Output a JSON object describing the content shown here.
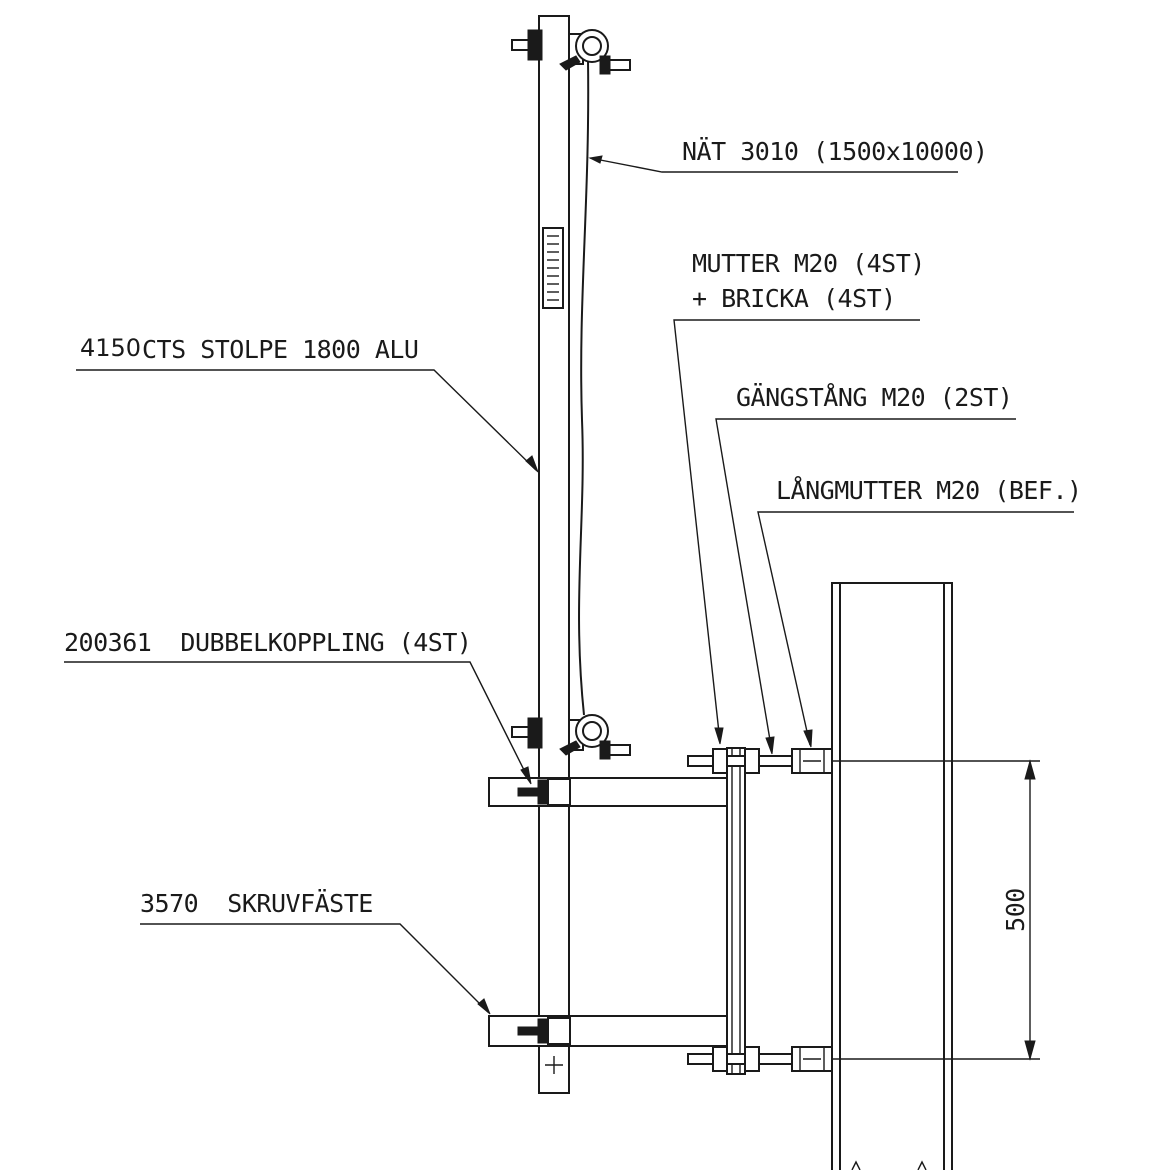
{
  "labels": {
    "net": "NÄT 3010 (1500x10000)",
    "nut_line1": "MUTTER M20 (4ST)",
    "nut_line2": "+ BRICKA (4ST)",
    "post_code": "4150",
    "post": "CTS STOLPE 1800 ALU",
    "threaded_rod": "GÄNGSTÅNG M20 (2ST)",
    "long_nut": "LÅNGMUTTER M20 (BEF.)",
    "coupler": "200361  DUBBELKOPPLING (4ST)",
    "screw_mount": "3570  SKRUVFÄSTE",
    "dimension": "500"
  },
  "colors": {
    "ink": "#1a1a1a",
    "paper": "#ffffff"
  }
}
